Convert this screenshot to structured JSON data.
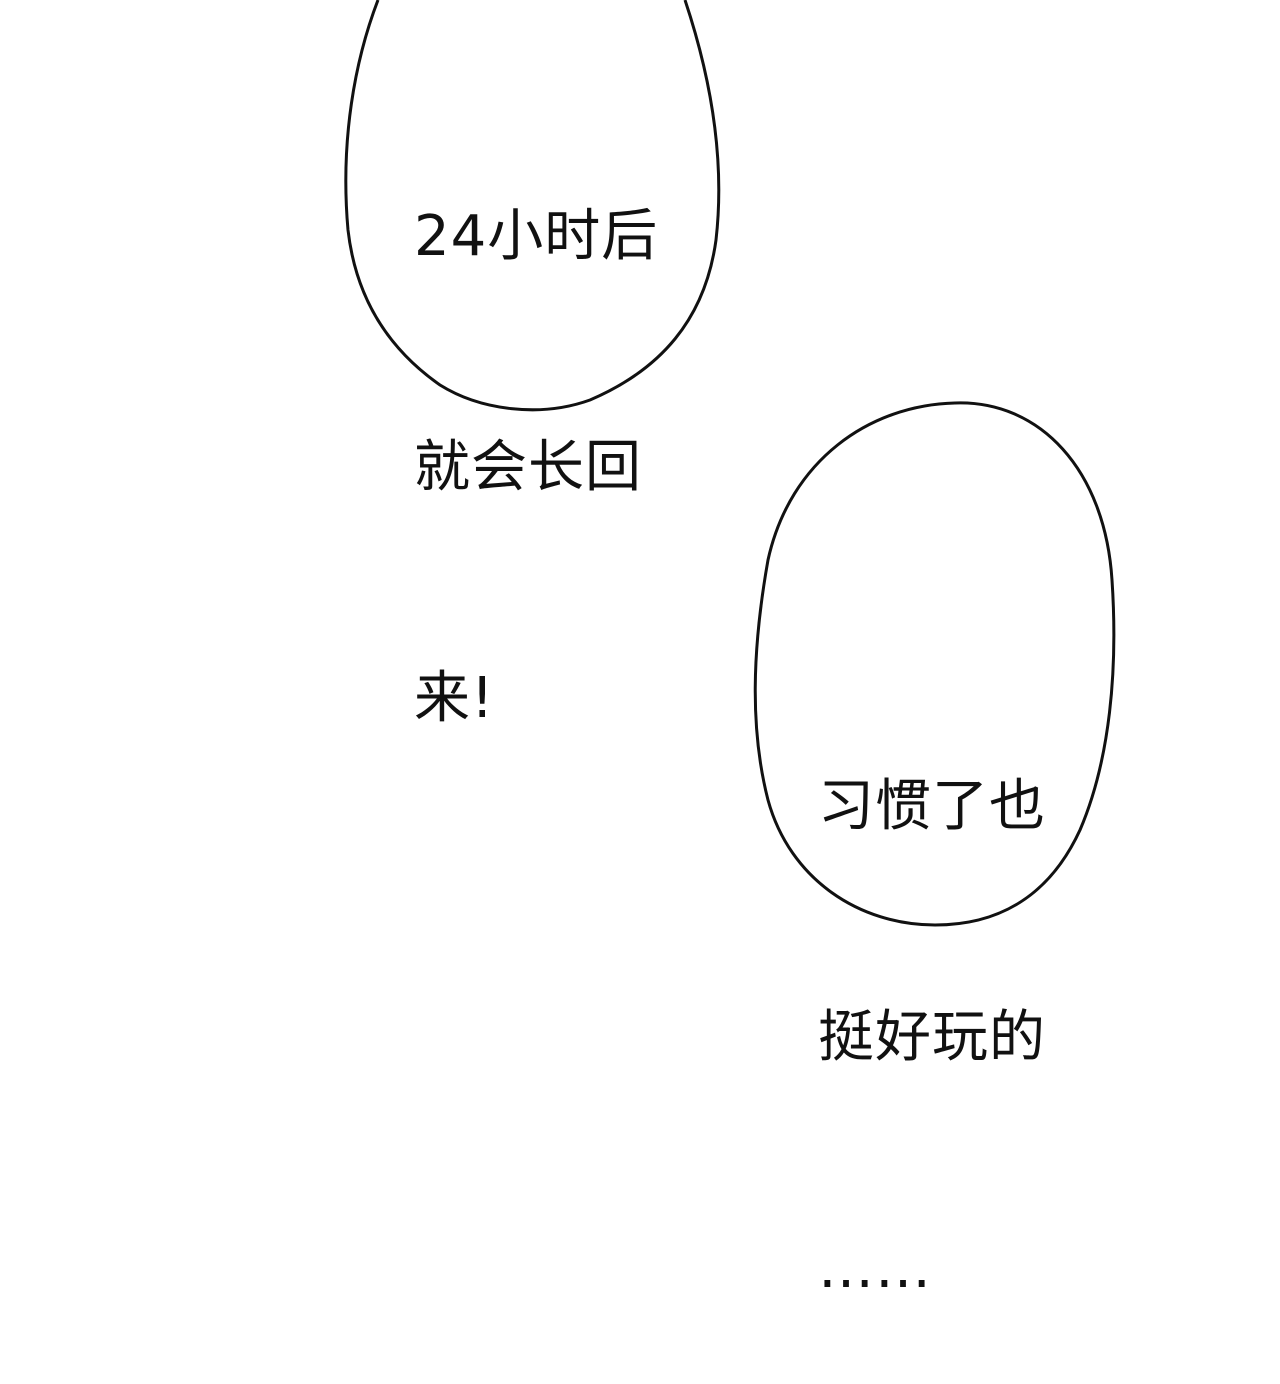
{
  "bubbles": [
    {
      "lines": [
        "24小时后",
        "就会长回",
        "来!"
      ]
    },
    {
      "lines": [
        "习惯了也",
        "挺好玩的",
        "……"
      ]
    }
  ],
  "colors": {
    "background": "#ffffff",
    "outline": "#111111",
    "text": "#111111"
  }
}
